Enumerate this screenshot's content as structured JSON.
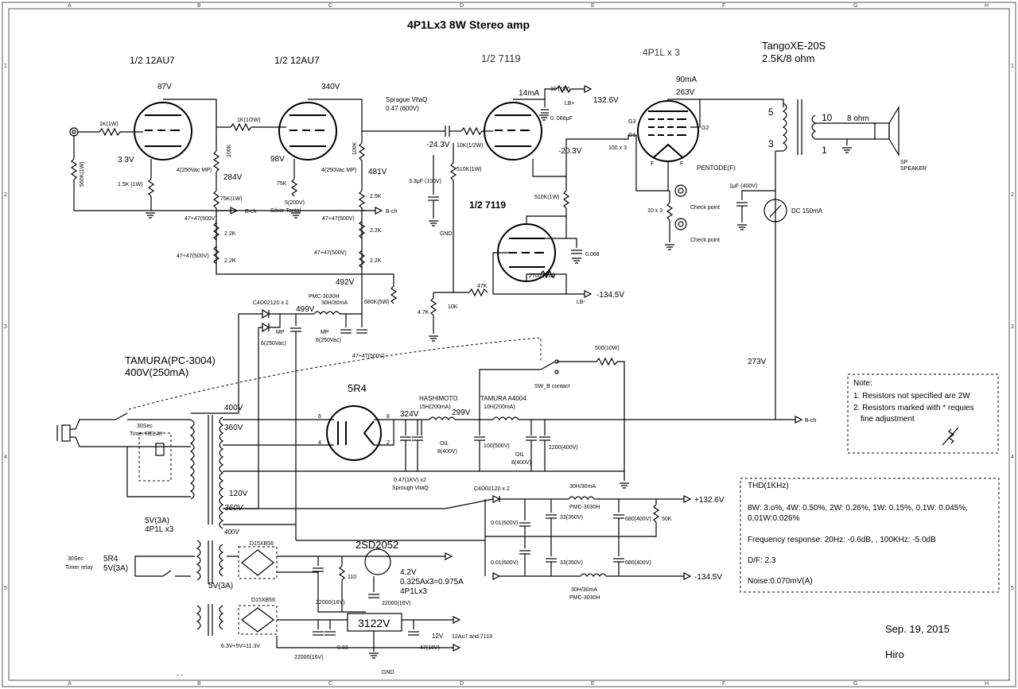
{
  "title": "4P1Lx3 8W Stereo amp",
  "grid": {
    "cols": [
      "A",
      "B",
      "C",
      "D",
      "E",
      "F",
      "G",
      "H"
    ],
    "rows": [
      "1",
      "2",
      "3",
      "4",
      "5"
    ]
  },
  "stages": {
    "v1": "1/2 12AU7",
    "v2": "1/2 12AU7",
    "v3": "1/2 7119",
    "v4": "1/2  7119",
    "out": "4P1L x 3",
    "transformer": "TangoXE-20S",
    "transformer_ratio": "2.5K/8 ohm"
  },
  "labels": {
    "v87": "87V",
    "v33": "3.3V",
    "r1k": "1K(1W)",
    "r560k": "560K(1W)",
    "r15k": "1.5K (1W)",
    "v340": "340V",
    "v98": "98V",
    "r1k12": "1K(1/2W)",
    "r100k_a": "100K",
    "c4_a": "4(250Vac MP)",
    "v284": "284V",
    "r75k_a": "75K(1W)",
    "bch_a": "B-ch",
    "c4747_a": "47+47(500V)",
    "r22_a": "2.2K",
    "c4747_b": "47+47(500V)",
    "r22_b": "2.2K",
    "r75k": "75K",
    "c5": "5(200V)",
    "silver": "Silver Tantal",
    "r100k_b": "100K",
    "c4_b": "4(250Vac MP)",
    "v481": "481V",
    "r25k": "2.5K",
    "bch_b": "B-ch",
    "c4747_c": "47+47(500V)",
    "r22_c": "2.2K",
    "c4747_d": "47+47(500V)",
    "r22_d": "2.2K",
    "v492": "492V",
    "r680k": "680K(5W)",
    "sprague": "Sprague VitaQ",
    "c047": "0.47 (600V)",
    "vneg243": "-24.3V",
    "r10k12": "10K(1/2W)",
    "r510k": "510K(1W)",
    "c33": "3.3μF (100V)",
    "gnd_mid": "GND",
    "ma14": "14mA",
    "r10_1w": "10 (1W)",
    "lbp": "LB+",
    "v1326_top": "132.6V",
    "c068": "0. 068μF",
    "vneg203": "-20.3V",
    "r100x3": "100 x 3",
    "r510k_b": "510K(1W)",
    "r2700": "2700 (1W)",
    "c0068": "0.068",
    "r47k": "47K",
    "r47k_b": "4.7K",
    "r10k": "10K",
    "lbm": "LB-",
    "vneg1345_top": "-134.5V",
    "g3": "G3",
    "g1": "G1",
    "g2": "G2",
    "f_left": "F",
    "f_right": "F",
    "pentode": "PENTODE(F)",
    "ma90": "90mA",
    "v263": "263V",
    "r10x3": "10 x 3",
    "check1": "Check point",
    "check2": "Check point",
    "c1uf": "1μF (400V)",
    "dc150": "DC 150mA",
    "v273": "273V",
    "tap5": "5",
    "tap3": "3",
    "tap10": "10",
    "tap1": "1",
    "ohm8": "8 ohm",
    "sp": "SP",
    "speaker": "SPEAKER",
    "c4d_a": "C4D02120 x 2",
    "v499": "499V",
    "pmc_a": "PMC-3030H",
    "l30_a": "30H/30mA",
    "mp_a": "MP",
    "c6_a": "6(250Vac)",
    "mp_b": "MP",
    "c6_b": "6(250Vac)",
    "c4747_e": "47+47(500V)",
    "r500": "500(10W)",
    "swb": "SW_B contact",
    "tamura1": "TAMURA(PC-3004)",
    "tamura2": "400V(250mA)",
    "r5r4": "5R4",
    "hashi": "HASHIMOTO",
    "l15": "15H(200mA)",
    "v324": "324V",
    "v299": "299V",
    "oil_a": "OIL",
    "c8_a": "8(400V)",
    "c047b": "0.47(1KV) x2",
    "sprough": "Sprough VitaQ",
    "tam4004": "TAMURA A4004",
    "l10": "10H(200mA)",
    "c100": "100(500V)",
    "oil_b": "OIL",
    "c8_b": "8(400V)",
    "c2200": "2200(400V)",
    "bch_main": "B-ch",
    "t400": "400V",
    "t360a": "360V",
    "t120": "120V",
    "t360b": "360V",
    "t400b": "400V",
    "timer30": "30Sec",
    "timerrelay": "Timer RELAY",
    "p8": "8",
    "p6": "6",
    "p4": "4",
    "p2": "2",
    "v5_3a": "5V(3A)",
    "p4p1l": "4P1L x3",
    "sec30": "30Sec",
    "timerrelay2": "Timer relay",
    "s5r4": "5R4",
    "s5v3a": "5V(3A)",
    "s5v3a_b": "5V(3A)",
    "d15a": "D15XB56",
    "c22000_a": "22000(16V)",
    "r110": "110",
    "t2sd": "2SD2052",
    "v42": "4.2V",
    "calc": "0.325Ax3=0.975A",
    "p4p1l_b": "4P1Lx3",
    "c22000_b": "22000(16V)",
    "d15b": "D15XB56",
    "reg": "3122V",
    "v12": "12V",
    "c47_16": "47(16V)",
    "aux": "12Au7 and 7119",
    "c22000_c": "22000(16V)",
    "c033": "0.33",
    "v113": "6.3V+5V=11.3V",
    "gnd_bot": "GND",
    "c4d_b": "C4D02120 x 2",
    "l30_b": "30H/30mA",
    "pmc_b": "PMC-3030H",
    "c001a": "0.01(600V)",
    "c33_a": "33(350V)",
    "c680a": "680(400V)",
    "r50k": "50K",
    "vp1326": "+132.6V",
    "c001b": "0.01(600V)",
    "c33_b": "33(350V)",
    "c680b": "680(400V)",
    "vm1345": "-134.5V",
    "l30_c": "30H/30mA",
    "pmc_c": "PMC-3030H"
  },
  "note": {
    "title": "Note:",
    "line1": "1. Resistors not specified are 2W",
    "line2": "2. Resistors marked with * requies",
    "line3": "fine adjustment"
  },
  "specs": {
    "thd_title": "THD(1KHz)",
    "thd1": "8W: 3.o%,  4W: 0.50%, 2W: 0.26%, 1W: 0.15%, 0.1W: 0.045%,",
    "thd2": " 0,01W:0.026%",
    "freq": "Frequency response: 20Hz: -0.6dB, , 100KHz: -5.0dB",
    "df": "D/F: 2.3",
    "noise": "Noise:0.070mV(A)"
  },
  "footer": {
    "date": "Sep. 19, 2015",
    "author": "Hiro"
  },
  "extras": {
    "dash": "- -"
  }
}
